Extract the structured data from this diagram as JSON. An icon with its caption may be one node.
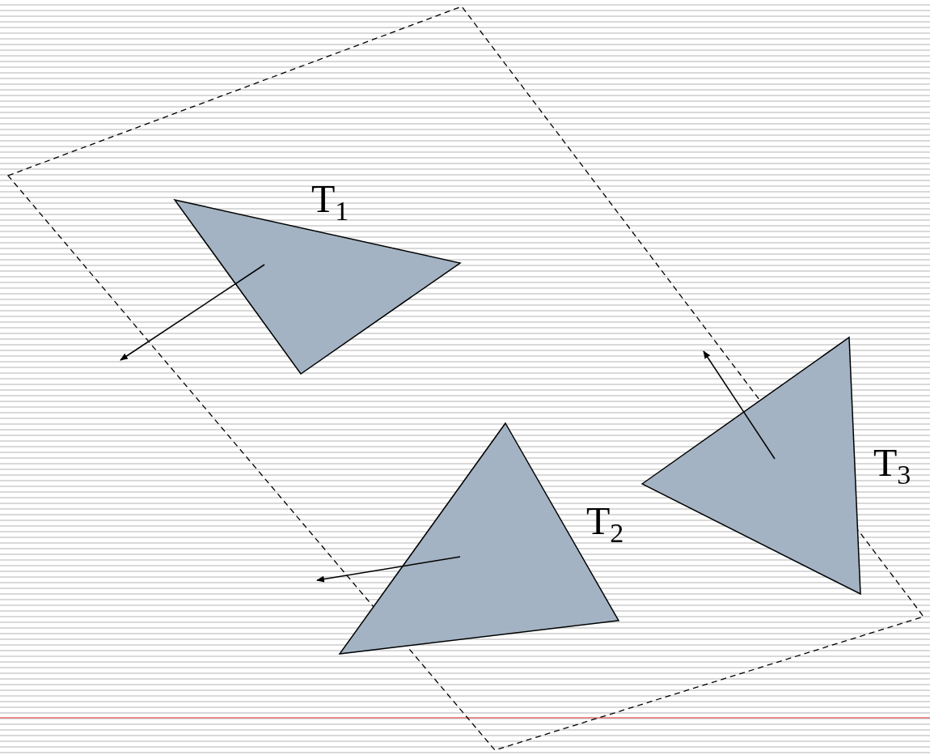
{
  "diagram": {
    "nodes": [
      {
        "text": [
          "T$_{1}$"
        ]
      },
      {
        "text": [
          "T$_{2}$"
        ]
      },
      {
        "text": [
          "T$_{3}$"
        ]
      }
    ]
  }
}
